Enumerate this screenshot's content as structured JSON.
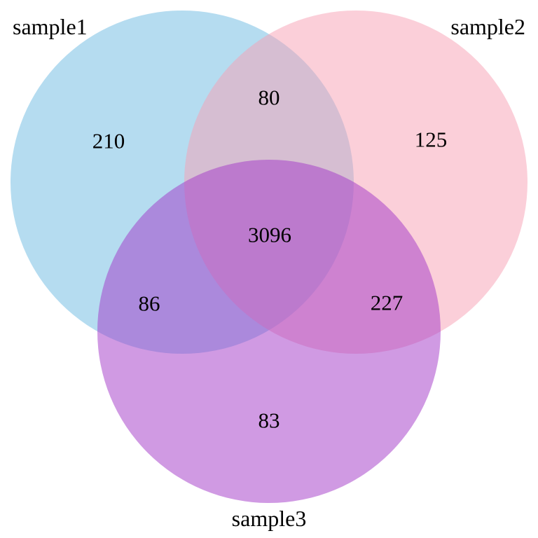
{
  "chart_data": {
    "type": "venn",
    "title": "",
    "background": "#ffffff",
    "text_color": "#000000",
    "fill_opacity": "0.5",
    "sets": [
      {
        "name": "sample1",
        "color": "#6bb9e1",
        "label_position": "top-left"
      },
      {
        "name": "sample2",
        "color": "#f79fb3",
        "label_position": "top-right"
      },
      {
        "name": "sample3",
        "color": "#a135c7",
        "label_position": "bottom-center"
      }
    ],
    "regions": [
      {
        "sets": [
          "sample1"
        ],
        "value": 210
      },
      {
        "sets": [
          "sample2"
        ],
        "value": 125
      },
      {
        "sets": [
          "sample3"
        ],
        "value": 83
      },
      {
        "sets": [
          "sample1",
          "sample2"
        ],
        "value": 80
      },
      {
        "sets": [
          "sample1",
          "sample3"
        ],
        "value": 86
      },
      {
        "sets": [
          "sample2",
          "sample3"
        ],
        "value": 227
      },
      {
        "sets": [
          "sample1",
          "sample2",
          "sample3"
        ],
        "value": 3096
      }
    ]
  }
}
